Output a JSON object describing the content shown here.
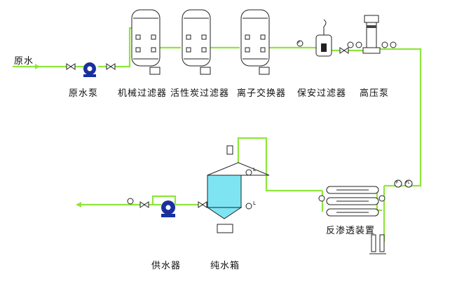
{
  "labels": {
    "raw_water": "原水",
    "raw_pump": "原水泵",
    "mech_filter": "机械过滤器",
    "carbon_filter": "活性炭过滤器",
    "ion_exchanger": "离子交换器",
    "security_filter": "保安过滤器",
    "hp_pump": "高压泵",
    "ro_unit": "反渗透装置",
    "supply": "供水器",
    "pure_tank": "纯水箱"
  },
  "instrument_tags": {
    "pressure": "P",
    "level": "L",
    "flow": "FL"
  },
  "colors": {
    "pipe": "#8ee63a",
    "pump": "#1a2fa0",
    "water": "#7fe4f2"
  }
}
